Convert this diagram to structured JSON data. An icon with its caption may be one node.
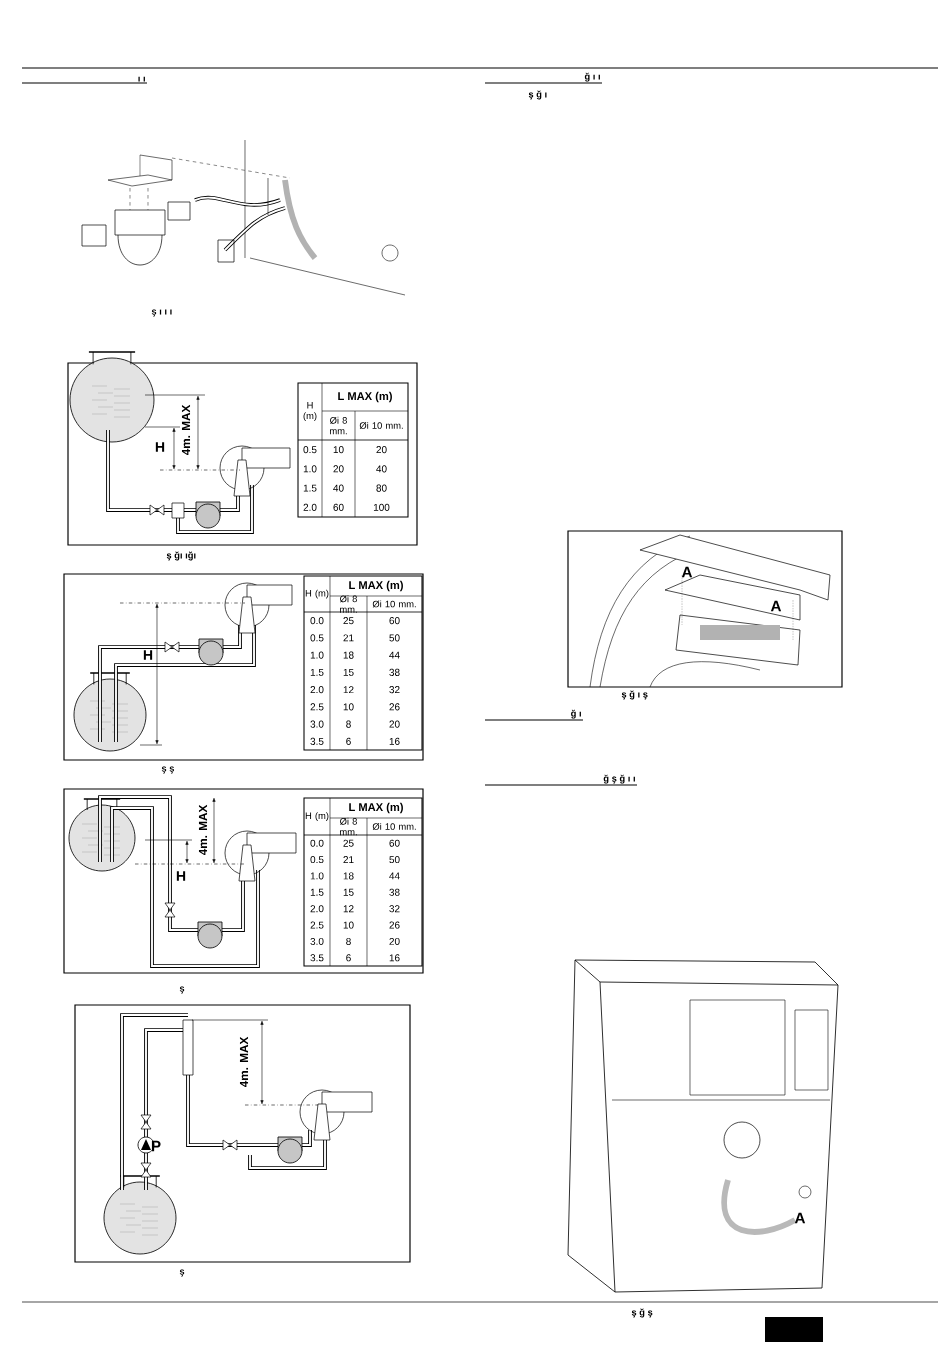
{
  "diagram": {
    "labels": [
      "ı ı",
      "ş ı ı ı",
      "4m. MAX",
      "H",
      "H (m)",
      "L MAX (m)",
      "Øi 8 mm.",
      "Øi 10 mm.",
      "0.5",
      "10",
      "20",
      "1.0",
      "20",
      "40",
      "1.5",
      "40",
      "80",
      "2.0",
      "60",
      "100",
      "ş ğı ığı",
      "H",
      "H (m)",
      "L MAX (m)",
      "Øi 8 mm.",
      "Øi 10 mm.",
      "0.0",
      "25",
      "60",
      "0.5",
      "21",
      "50",
      "1.0",
      "18",
      "44",
      "1.5",
      "15",
      "38",
      "2.0",
      "12",
      "32",
      "2.5",
      "10",
      "26",
      "3.0",
      "8",
      "20",
      "3.5",
      "6",
      "16",
      "ş ş",
      "4m. MAX",
      "H",
      "H (m)",
      "L MAX (m)",
      "Øi 8 mm.",
      "Øi 10 mm.",
      "0.0",
      "25",
      "60",
      "0.5",
      "21",
      "50",
      "1.0",
      "18",
      "44",
      "1.5",
      "15",
      "38",
      "2.0",
      "12",
      "32",
      "2.5",
      "10",
      "26",
      "3.0",
      "8",
      "20",
      "3.5",
      "6",
      "16",
      "ş",
      "4m. MAX",
      "P",
      "ş",
      "ğ ı ı",
      "ş ğ ı",
      "A",
      "A",
      "ş ğ ı ş",
      "ğ ı",
      "ğ ş ğ ı ı",
      "A",
      "ş ğ ş"
    ]
  }
}
